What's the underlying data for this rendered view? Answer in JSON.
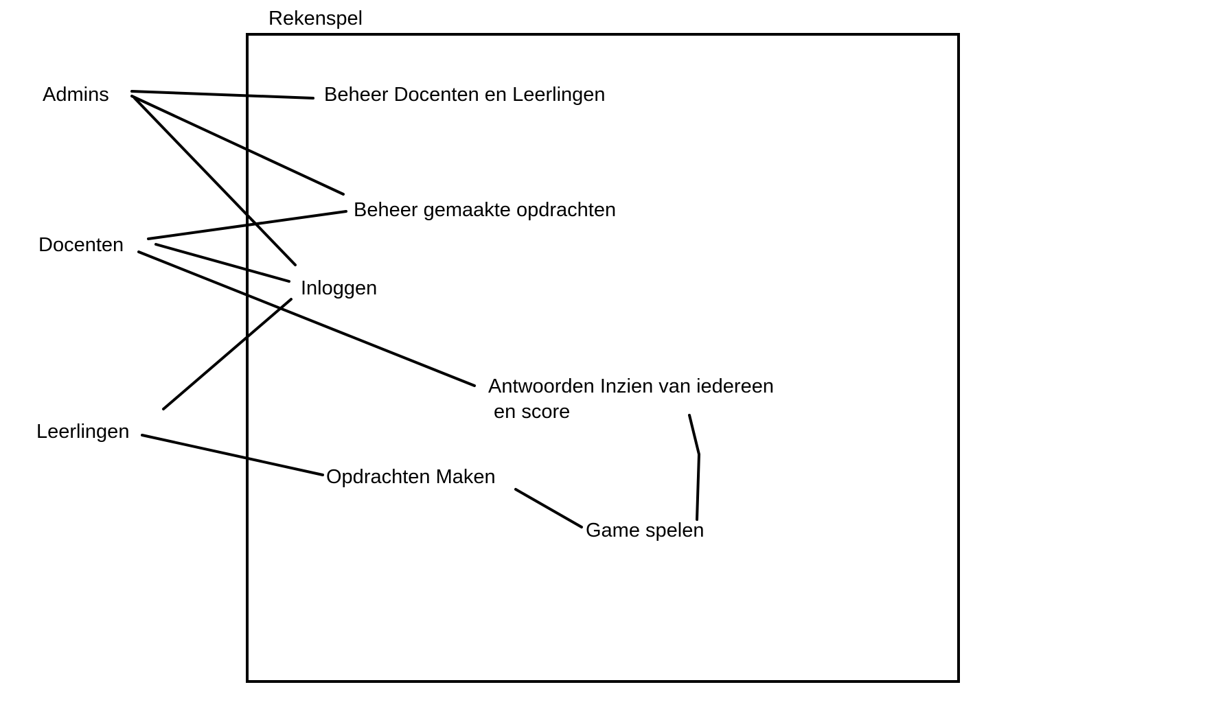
{
  "system": {
    "title": "Rekenspel"
  },
  "actors": {
    "admins": "Admins",
    "docenten": "Docenten",
    "leerlingen": "Leerlingen"
  },
  "use_cases": {
    "beheer_docenten": "Beheer Docenten en Leerlingen",
    "beheer_opdrachten": "Beheer gemaakte opdrachten",
    "inloggen": "Inloggen",
    "antwoorden_line1": "Antwoorden Inzien van iedereen",
    "antwoorden_line2": "en score",
    "opdrachten_maken": "Opdrachten Maken",
    "game_spelen": "Game spelen"
  },
  "connections": [
    {
      "from": "Admins",
      "to": "Beheer Docenten en Leerlingen"
    },
    {
      "from": "Admins",
      "to": "Beheer gemaakte opdrachten"
    },
    {
      "from": "Admins",
      "to": "Inloggen"
    },
    {
      "from": "Docenten",
      "to": "Beheer gemaakte opdrachten"
    },
    {
      "from": "Docenten",
      "to": "Inloggen"
    },
    {
      "from": "Docenten",
      "to": "Antwoorden Inzien van iedereen en score"
    },
    {
      "from": "Leerlingen",
      "to": "Inloggen"
    },
    {
      "from": "Leerlingen",
      "to": "Opdrachten Maken"
    },
    {
      "from": "Opdrachten Maken",
      "to": "Game spelen"
    },
    {
      "from": "Game spelen",
      "to": "Antwoorden Inzien van iedereen en score"
    }
  ]
}
